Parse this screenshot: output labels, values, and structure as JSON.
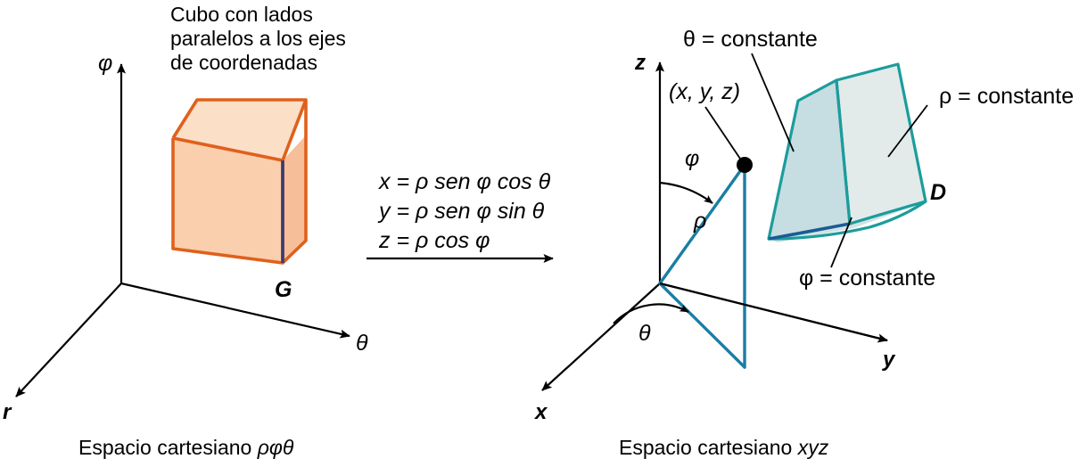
{
  "figure": {
    "left_panel": {
      "title_lines": [
        "Cubo con lados",
        "paralelos a los ejes",
        "de coordenadas"
      ],
      "caption": "Espacio cartesiano ",
      "caption_italic": "ρφθ",
      "axis_vertical": "φ",
      "axis_right": "θ",
      "axis_front": "r",
      "solid_label": "G",
      "colors": {
        "edge": "#E0601C",
        "edge_dark": "#3C3C6E",
        "face_front": "#F9CFAE",
        "face_top": "#FBDFC6",
        "face_side": "#F6BF9A"
      }
    },
    "transform": {
      "equations": [
        "x = ρ sen φ cos θ",
        "y = ρ sen φ sin θ",
        "z = ρ cos φ"
      ],
      "arrow_name": "transform-arrow"
    },
    "right_panel": {
      "caption": "Espacio cartesiano ",
      "caption_italic": "xyz",
      "axis_vertical": "z",
      "axis_right": "y",
      "axis_front": "x",
      "point_label": "(x, y, z)",
      "radius_label": "ρ",
      "polar_angle_label": "φ",
      "azimuth_angle_label": "θ",
      "solid_label": "D",
      "annotations": [
        {
          "name": "theta-constant",
          "text": "θ = constante"
        },
        {
          "name": "rho-constant",
          "text": "ρ = constante"
        },
        {
          "name": "phi-constant",
          "text": "φ = constante"
        }
      ],
      "colors": {
        "edge": "#1C9C9C",
        "edge_dark": "#1C5A96",
        "face_left": "#C6DDE1",
        "face_right": "#E2EBEA",
        "face_bottom": "#D3E2E3",
        "ray": "#1A7EA3"
      }
    }
  }
}
